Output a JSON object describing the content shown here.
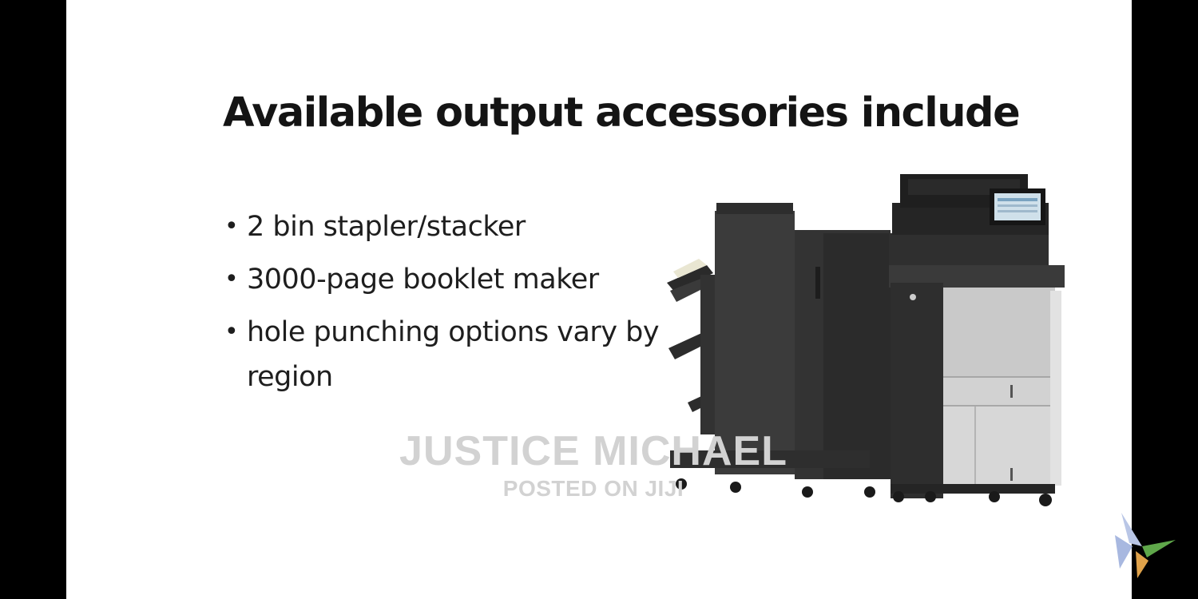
{
  "slide": {
    "title": "Available output accessories include",
    "bullet_symbol": "•",
    "bullets": [
      "2 bin stapler/stacker",
      "3000-page booklet maker",
      "hole punching options vary by region"
    ]
  },
  "watermark": {
    "name": "JUSTICE MICHAEL",
    "posted": "POSTED ON JIJI"
  },
  "images": {
    "printer": "printer-with-finisher-illustration",
    "corner_logo": "pinwheel-logo-icon"
  },
  "colors": {
    "background": "#ffffff",
    "letterbox": "#000000",
    "text": "#141414",
    "watermark": "#d2d2d2"
  }
}
